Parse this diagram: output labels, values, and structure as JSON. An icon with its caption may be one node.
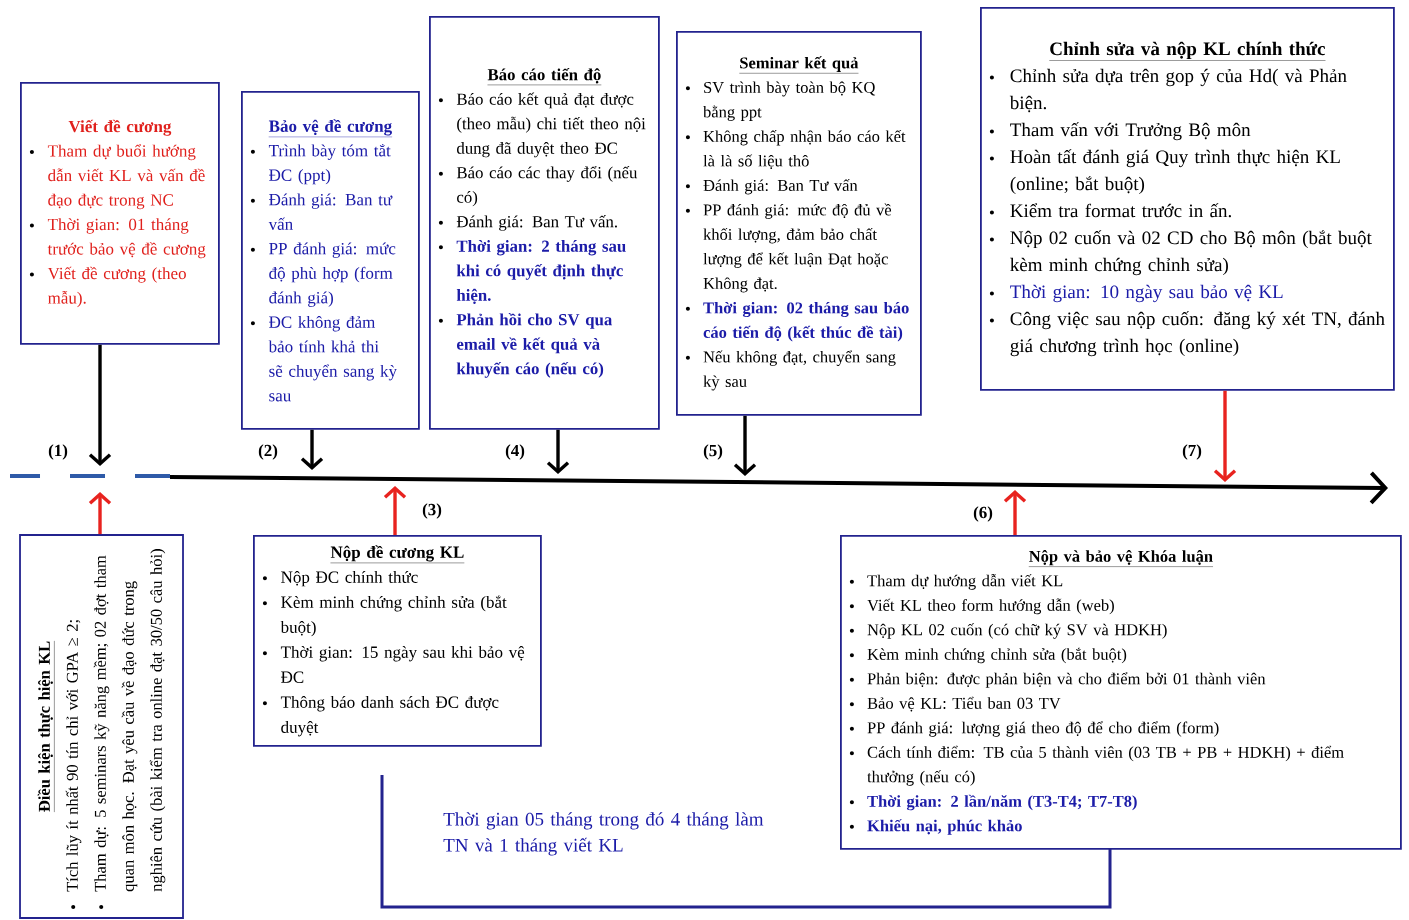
{
  "diagram": {
    "nodes": [
      {
        "text": [
          "Viết đề cương",
          "Tham dự buổi hướng dẫn viết KL và vấn đề đạo đực trong NC",
          "Thời gian: 01 tháng trước bảo vệ đề cương",
          "Viết đề cương (theo mẫu)."
        ]
      },
      {
        "beside": [
          "(2)"
        ],
        "text": [
          "Bảo vệ đề cương",
          "Trình bày tóm tắt ĐC (ppt)",
          "Đánh giá: Ban tư vấn",
          "PP đánh giá: mức độ phù hợp (form đánh giá)",
          "ĐC không đảm bảo tính khả thi sẽ chuyển sang kỳ sau"
        ]
      },
      {
        "beside": [
          "(4)"
        ],
        "text": [
          "Báo cáo tiến độ",
          "Báo cáo kết quả đạt được (theo mẫu) chi tiết theo nội dung đã duyệt theo ĐC",
          "Báo cáo các thay đổi (nếu có)",
          "Đánh giá: Ban Tư vấn.",
          "Thời gian: 2 tháng sau khi có quyết định thực hiện.",
          "Phản hồi cho SV qua email về kết quả và khuyến cáo (nếu có)"
        ]
      },
      {
        "beside": [
          "(5)"
        ],
        "text": [
          "Seminar kết quả",
          "SV trình bày toàn bộ KQ bằng ppt",
          "Không chấp nhận báo cáo kết là là số liệu thô",
          "Đánh giá: Ban Tư vấn",
          "PP đánh giá: mức độ đủ về khối lượng, đảm bảo chất lượng để kết luận Đạt hoặc Không đạt.",
          "Thời gian: 02 tháng sau báo cáo tiến độ (kết thúc đề tài)",
          "Nếu không đạt, chuyển sang kỳ sau"
        ]
      },
      {
        "beside": [
          "(7)"
        ],
        "text": [
          "Chỉnh sửa và nộp KL chính thức",
          "Chỉnh sửa dựa trên gop ý của Hd( và Phản biện.",
          "Tham vấn với Trưởng Bộ môn",
          "Hoàn tất đánh giá Quy trình thực hiện KL (online; bắt buột)",
          "Kiểm tra format trước in ấn.",
          "Nộp 02 cuốn và 02 CD cho Bộ môn (bắt buột kèm minh chứng chỉnh sửa)",
          "Thời gian: 10 ngày sau bảo vệ KL",
          "Công việc sau nộp cuốn: đăng ký xét TN, đánh giá chương trình học (online)"
        ]
      },
      {
        "text": [
          "Điều kiện thực hiện KL",
          "Tích lũy ít nhất 90 tín chỉ với GPA ≥ 2;",
          "Tham dự: 5 seminars kỹ năng mềm; 02 đợt tham quan môn học. Đạt yêu cầu về đạo đức trong nghiên cứu (bài kiểm tra online đạt 30/50 câu hỏi)"
        ]
      },
      {
        "beside": [
          "(3)"
        ],
        "text": [
          "Nộp đề cương KL",
          "Nộp ĐC chính thức",
          "Kèm minh chứng chỉnh sửa (bắt buột)",
          "Thời gian: 15 ngày sau khi bảo vệ ĐC",
          "Thông báo danh sách ĐC được duyệt"
        ]
      },
      {
        "beside": [
          "(6)"
        ],
        "text": [
          "Nộp và bảo vệ Khóa luận",
          "Tham dự hướng dẫn viết KL",
          "Viết KL theo form hướng dẫn (web)",
          "Nộp KL 02 cuốn (có chữ ký SV và HDKH)",
          "Kèm minh chứng chỉnh sửa (bắt buột)",
          "Phản biện: được phản biện và cho điểm bởi 01 thành viên",
          "Bảo vệ KL: Tiểu ban 03 TV",
          "PP đánh giá: lượng giá theo độ để cho điểm (form)",
          "Cách tính điểm: TB của 5 thành viên (03 TB + PB + HDKH) + điểm thưởng (nếu có)",
          "Thời gian: 2 lần/năm (T3-T4; T7-T8)",
          "Khiếu nại, phúc khảo"
        ]
      }
    ],
    "edges": [
      {
        "from": 0,
        "to": null,
        "arrow": "to"
      },
      {
        "from": 1,
        "to": null,
        "arrow": "to"
      },
      {
        "from": 2,
        "to": null,
        "arrow": "to"
      },
      {
        "from": 3,
        "to": null,
        "arrow": "to"
      },
      {
        "from": 4,
        "to": null,
        "arrow": "to",
        "color": "#e8231f"
      },
      {
        "from": 5,
        "to": null,
        "arrow": "to",
        "color": "#e8231f"
      },
      {
        "from": 6,
        "to": null,
        "arrow": "to",
        "color": "#e8231f"
      },
      {
        "from": 7,
        "to": null,
        "arrow": "to",
        "color": "#e8231f"
      }
    ],
    "labels": [
      "(1)",
      "Thời gian 05 tháng trong đó 4 tháng làm TN và 1 tháng viết KL"
    ]
  }
}
